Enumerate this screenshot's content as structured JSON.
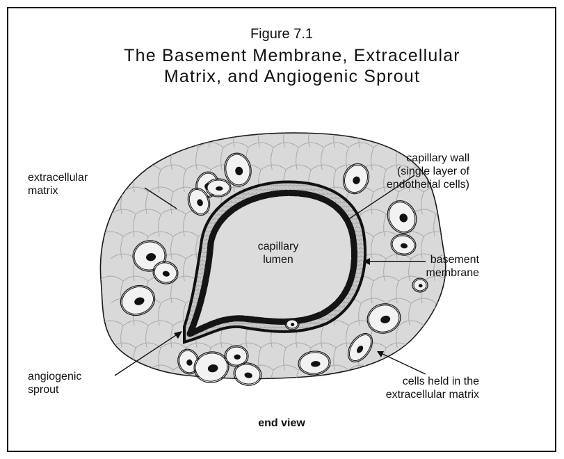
{
  "figure": {
    "number": "Figure 7.1",
    "title_line1": "The Basement Membrane, Extracellular",
    "title_line2": "Matrix, and Angiogenic Sprout",
    "caption": "end view"
  },
  "labels": {
    "capillary_wall": [
      "capillary wall",
      "(single layer of",
      "endothelial cells)"
    ],
    "extracellular_matrix": [
      "extracellular",
      "matrix"
    ],
    "capillary_lumen": [
      "capillary",
      "lumen"
    ],
    "basement_membrane": [
      "basement",
      "membrane"
    ],
    "angiogenic_sprout": [
      "angiogenic",
      "sprout"
    ],
    "cells_held": [
      "cells held in the",
      "extracellular matrix"
    ]
  },
  "colors": {
    "matrix_fill": "#d9d9d9",
    "matrix_mesh": "#a8a8a8",
    "membrane_band": "#c8c8c8",
    "endothelial": "#141414",
    "cell_fill": "#f2f2f2",
    "lumen_fill": "#dcdcdc",
    "outline": "#1a1a1a"
  }
}
